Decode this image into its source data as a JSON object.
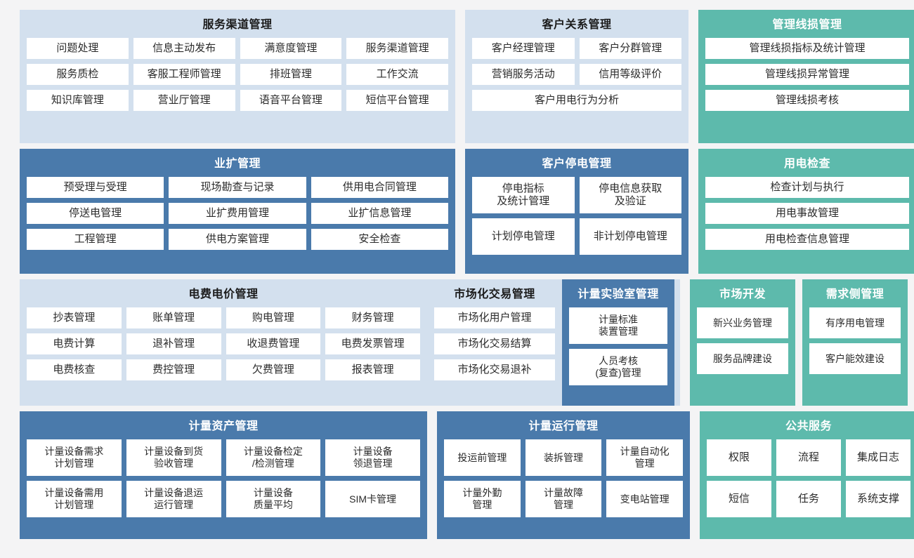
{
  "theme": {
    "blue": "#4a7aab",
    "light_blue": "#d3e0ee",
    "teal": "#5dbaac",
    "cell_bg": "#ffffff",
    "page_bg": "#f4f4f5"
  },
  "rows": [
    {
      "id": "row-1",
      "panels": [
        {
          "id": "service-channel-management",
          "title": "服务渠道管理",
          "color": "light_blue",
          "columns": 4,
          "cells": [
            "问题处理",
            "信息主动发布",
            "满意度管理",
            "服务渠道管理",
            "服务质检",
            "客服工程师管理",
            "排班管理",
            "工作交流",
            "知识库管理",
            "营业厅管理",
            "语音平台管理",
            "短信平台管理"
          ]
        },
        {
          "id": "customer-relationship-management",
          "title": "客户关系管理",
          "color": "light_blue",
          "columns": 2,
          "cells": [
            "客户经理管理",
            "客户分群管理",
            "营销服务活动",
            "信用等级评价",
            "客户用电行为分析"
          ]
        },
        {
          "id": "management-line-loss",
          "title": "管理线损管理",
          "color": "teal",
          "columns": 1,
          "cells": [
            "管理线损指标及统计管理",
            "管理线损异常管理",
            "管理线损考核"
          ]
        }
      ]
    },
    {
      "id": "row-2",
      "panels": [
        {
          "id": "business-expansion-management",
          "title": "业扩管理",
          "color": "blue",
          "columns": 3,
          "cells": [
            "预受理与受理",
            "现场勘查与记录",
            "供用电合同管理",
            "停送电管理",
            "业扩费用管理",
            "业扩信息管理",
            "工程管理",
            "供电方案管理",
            "安全检查"
          ]
        },
        {
          "id": "customer-outage-management",
          "title": "客户停电管理",
          "color": "blue",
          "columns": 2,
          "cells": [
            "停电指标\n及统计管理",
            "停电信息获取\n及验证",
            "计划停电管理",
            "非计划停电管理"
          ]
        },
        {
          "id": "power-use-inspection",
          "title": "用电检查",
          "color": "teal",
          "columns": 1,
          "cells": [
            "检查计划与执行",
            "用电事故管理",
            "用电检查信息管理"
          ]
        }
      ]
    },
    {
      "id": "row-3",
      "panels": [
        {
          "id": "electricity-fee-price-management",
          "title": "电费电价管理",
          "color": "light_blue",
          "columns": 4,
          "cells": [
            "抄表管理",
            "账单管理",
            "购电管理",
            "财务管理",
            "电费计算",
            "退补管理",
            "收退费管理",
            "电费发票管理",
            "电费核查",
            "费控管理",
            "欠费管理",
            "报表管理"
          ]
        },
        {
          "id": "market-transaction-management",
          "title": "市场化交易管理",
          "color": "light_blue",
          "columns": 1,
          "cells": [
            "市场化用户管理",
            "市场化交易结算",
            "市场化交易退补"
          ]
        },
        {
          "id": "metering-laboratory-management",
          "title": "计量实验室管理",
          "color": "blue",
          "columns": 1,
          "cells": [
            "计量标准\n装置管理",
            "人员考核\n(复查)管理"
          ]
        },
        {
          "id": "market-development",
          "title": "市场开发",
          "color": "teal",
          "columns": 1,
          "cells": [
            "新兴业务管理",
            "服务品牌建设"
          ]
        },
        {
          "id": "demand-side-management",
          "title": "需求侧管理",
          "color": "teal",
          "columns": 1,
          "cells": [
            "有序用电管理",
            "客户能效建设"
          ]
        }
      ]
    },
    {
      "id": "row-4",
      "panels": [
        {
          "id": "metering-asset-management",
          "title": "计量资产管理",
          "color": "blue",
          "columns": 4,
          "cells": [
            "计量设备需求\n计划管理",
            "计量设备到货\n验收管理",
            "计量设备检定\n/检测管理",
            "计量设备\n领退管理",
            "计量设备需用\n计划管理",
            "计量设备退运\n运行管理",
            "计量设备\n质量平均",
            "SIM卡管理"
          ]
        },
        {
          "id": "metering-operation-management",
          "title": "计量运行管理",
          "color": "blue",
          "columns": 3,
          "cells": [
            "投运前管理",
            "装拆管理",
            "计量自动化\n管理",
            "计量外勤\n管理",
            "计量故障\n管理",
            "变电站管理"
          ]
        },
        {
          "id": "public-service",
          "title": "公共服务",
          "color": "teal",
          "columns": 3,
          "cells": [
            "权限",
            "流程",
            "集成日志",
            "短信",
            "任务",
            "系统支撑"
          ]
        }
      ]
    }
  ]
}
